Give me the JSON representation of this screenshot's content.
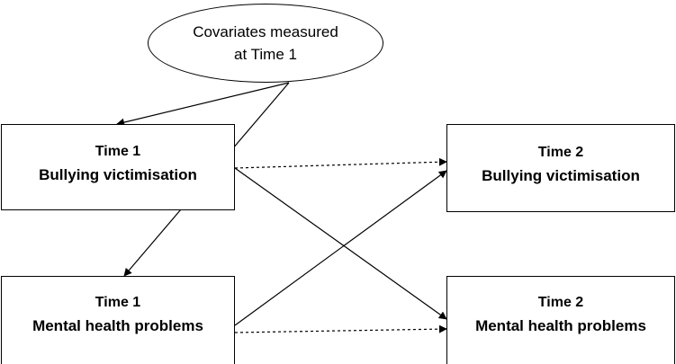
{
  "covariates": {
    "line1": "Covariates measured",
    "line2": "at Time 1"
  },
  "boxes": {
    "t1_bullying": {
      "time": "Time 1",
      "label": "Bullying victimisation"
    },
    "t2_bullying": {
      "time": "Time 2",
      "label": "Bullying victimisation"
    },
    "t1_mental": {
      "time": "Time 1",
      "label": "Mental health problems"
    },
    "t2_mental": {
      "time": "Time 2",
      "label": "Mental health problems"
    }
  },
  "colors": {
    "stroke": "#000000",
    "background": "#ffffff"
  }
}
